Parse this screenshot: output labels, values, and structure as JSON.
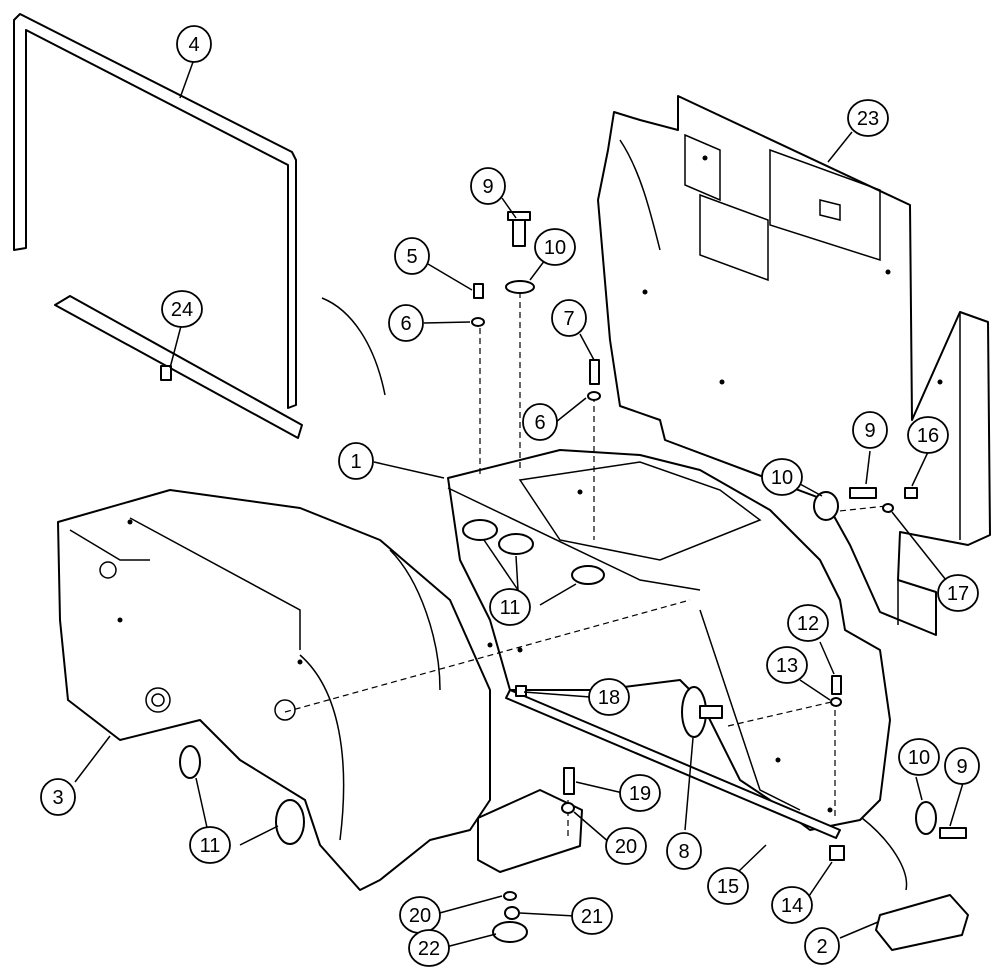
{
  "diagram": {
    "callouts": [
      {
        "id": "c4",
        "label": "4"
      },
      {
        "id": "c24",
        "label": "24"
      },
      {
        "id": "c23",
        "label": "23"
      },
      {
        "id": "c9a",
        "label": "9"
      },
      {
        "id": "c10a",
        "label": "10"
      },
      {
        "id": "c5",
        "label": "5"
      },
      {
        "id": "c6a",
        "label": "6"
      },
      {
        "id": "c7",
        "label": "7"
      },
      {
        "id": "c6b",
        "label": "6"
      },
      {
        "id": "c1",
        "label": "1"
      },
      {
        "id": "c9b",
        "label": "9"
      },
      {
        "id": "c16",
        "label": "16"
      },
      {
        "id": "c10b",
        "label": "10"
      },
      {
        "id": "c17",
        "label": "17"
      },
      {
        "id": "c11a",
        "label": "11"
      },
      {
        "id": "c12",
        "label": "12"
      },
      {
        "id": "c13",
        "label": "13"
      },
      {
        "id": "c18",
        "label": "18"
      },
      {
        "id": "c3",
        "label": "3"
      },
      {
        "id": "c19",
        "label": "19"
      },
      {
        "id": "c10c",
        "label": "10"
      },
      {
        "id": "c9c",
        "label": "9"
      },
      {
        "id": "c11b",
        "label": "11"
      },
      {
        "id": "c20a",
        "label": "20"
      },
      {
        "id": "c8",
        "label": "8"
      },
      {
        "id": "c15",
        "label": "15"
      },
      {
        "id": "c14",
        "label": "14"
      },
      {
        "id": "c20b",
        "label": "20"
      },
      {
        "id": "c21",
        "label": "21"
      },
      {
        "id": "c22",
        "label": "22"
      },
      {
        "id": "c2",
        "label": "2"
      }
    ]
  }
}
